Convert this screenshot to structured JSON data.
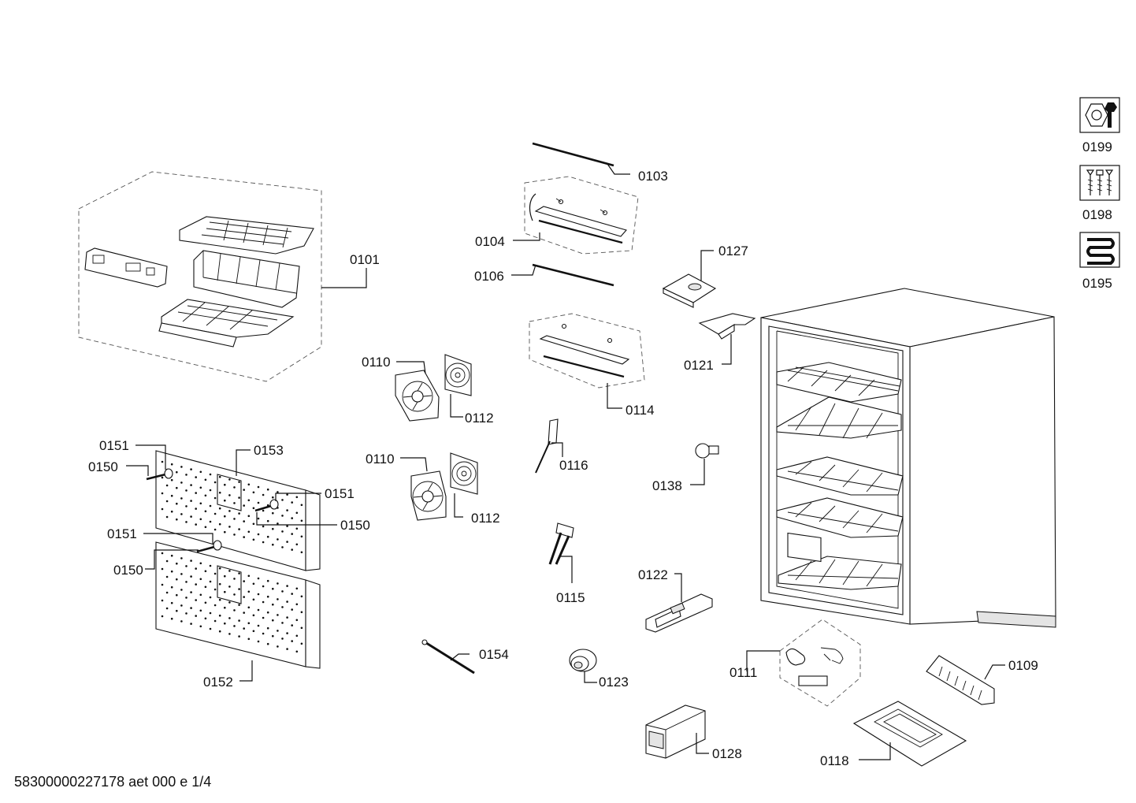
{
  "document_id": "58300000227178 aet 000 e 1/4",
  "callouts": {
    "c0101": "0101",
    "c0103": "0103",
    "c0104": "0104",
    "c0106": "0106",
    "c0109": "0109",
    "c0110a": "0110",
    "c0110b": "0110",
    "c0111": "0111",
    "c0112a": "0112",
    "c0112b": "0112",
    "c0114": "0114",
    "c0115": "0115",
    "c0116": "0116",
    "c0118": "0118",
    "c0121": "0121",
    "c0122": "0122",
    "c0123": "0123",
    "c0127": "0127",
    "c0128": "0128",
    "c0138": "0138",
    "c0150a": "0150",
    "c0150b": "0150",
    "c0150c": "0150",
    "c0151a": "0151",
    "c0151b": "0151",
    "c0151c": "0151",
    "c0152": "0152",
    "c0153": "0153",
    "c0154": "0154"
  },
  "side_icons": [
    {
      "label": "0199",
      "icon": "nut-wrench-icon"
    },
    {
      "label": "0198",
      "icon": "screws-icon"
    },
    {
      "label": "0195",
      "icon": "heating-coil-icon"
    }
  ]
}
